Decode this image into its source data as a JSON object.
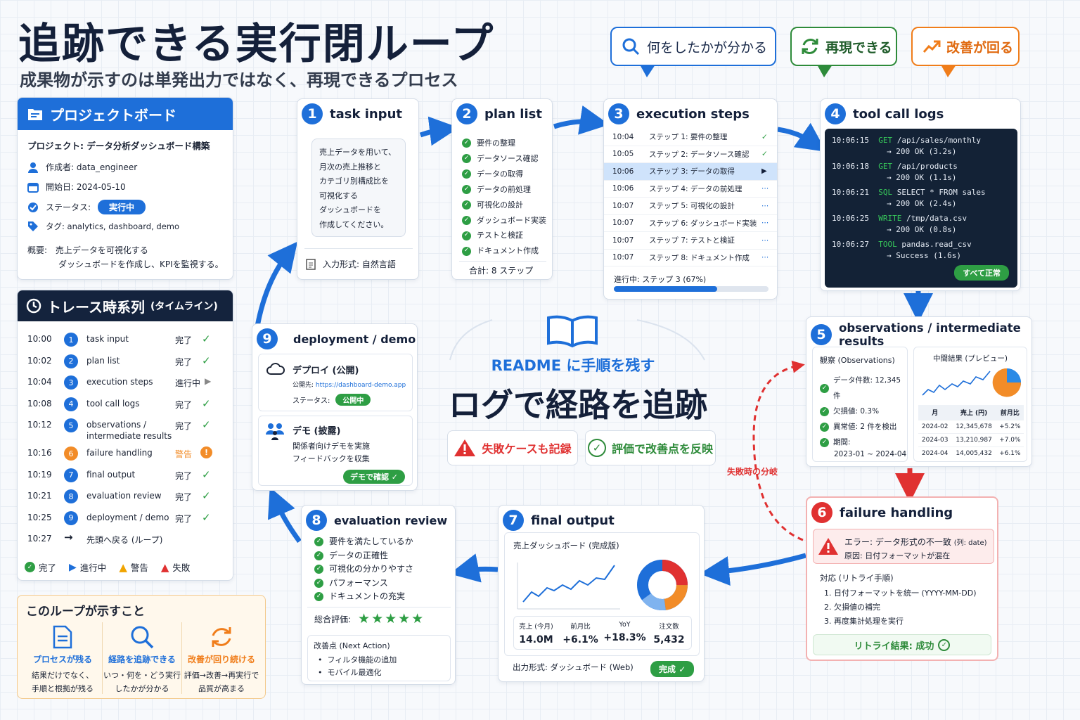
{
  "header": {
    "title": "追跡できる実行閉ループ",
    "subtitle": "成果物が示すのは単発出力ではなく、再現できるプロセス"
  },
  "bubbles": [
    {
      "label": "何をしたかが分かる",
      "icon": "search-icon",
      "color": "#1e6fd9"
    },
    {
      "label": "再現できる",
      "icon": "refresh-icon",
      "color": "#2e8b3a"
    },
    {
      "label": "改善が回る",
      "icon": "trend-up-icon",
      "color": "#f07d1a"
    }
  ],
  "project": {
    "title": "プロジェクトボード",
    "project": "プロジェクト: データ分析ダッシュボード構築",
    "author": "作成者: data_engineer",
    "start": "開始日: 2024-05-10",
    "status_label": "ステータス:",
    "status": "実行中",
    "tags": "タグ: analytics, dashboard, demo",
    "summary_label": "概要:",
    "summary1": "売上データを可視化する",
    "summary2": "ダッシュボードを作成し、KPIを監視する。"
  },
  "timeline": {
    "title": "トレース時系列",
    "title_small": "(タイムライン)",
    "rows": [
      {
        "time": "10:00",
        "n": "1",
        "label": "task input",
        "status": "完了",
        "kind": "done"
      },
      {
        "time": "10:02",
        "n": "2",
        "label": "plan list",
        "status": "完了",
        "kind": "done"
      },
      {
        "time": "10:04",
        "n": "3",
        "label": "execution steps",
        "status": "進行中",
        "kind": "prog"
      },
      {
        "time": "10:08",
        "n": "4",
        "label": "tool call logs",
        "status": "完了",
        "kind": "done"
      },
      {
        "time": "10:12",
        "n": "5",
        "label": "observations /",
        "label2": "intermediate results",
        "status": "完了",
        "kind": "done"
      },
      {
        "time": "10:16",
        "n": "6",
        "label": "failure handling",
        "status": "警告",
        "kind": "warn"
      },
      {
        "time": "10:19",
        "n": "7",
        "label": "final output",
        "status": "完了",
        "kind": "done"
      },
      {
        "time": "10:21",
        "n": "8",
        "label": "evaluation review",
        "status": "完了",
        "kind": "done"
      },
      {
        "time": "10:25",
        "n": "9",
        "label": "deployment / demo",
        "status": "完了",
        "kind": "done"
      },
      {
        "time": "10:27",
        "n": "",
        "label": "先頭へ戻る (ループ)",
        "status": "",
        "kind": "loop"
      }
    ],
    "legend": [
      "完了",
      "進行中",
      "警告",
      "失敗"
    ]
  },
  "lesson": {
    "title": "このループが示すこと",
    "items": [
      {
        "title": "プロセスが残る",
        "l1": "結果だけでなく、",
        "l2": "手順と根拠が残る",
        "color": "#1e6fd9"
      },
      {
        "title": "経路を追跡できる",
        "l1": "いつ・何を・どう実行",
        "l2": "したかが分かる",
        "color": "#1e6fd9"
      },
      {
        "title": "改善が回り続ける",
        "l1": "評価→改善→再実行で",
        "l2": "品質が高まる",
        "color": "#f07d1a"
      }
    ]
  },
  "task": {
    "n": "1",
    "title": "task input",
    "lines": [
      "売上データを用いて、",
      "月次の売上推移と",
      "カテゴリ別構成比を",
      "可視化する",
      "ダッシュボードを",
      "作成してください。"
    ],
    "format": "入力形式: 自然言語"
  },
  "plan": {
    "n": "2",
    "title": "plan list",
    "items": [
      "要件の整理",
      "データソース確認",
      "データの取得",
      "データの前処理",
      "可視化の設計",
      "ダッシュボード実装",
      "テストと検証",
      "ドキュメント作成"
    ],
    "total": "合計: 8 ステップ"
  },
  "exec": {
    "n": "3",
    "title": "execution steps",
    "rows": [
      {
        "t": "10:04",
        "s": "ステップ 1: 要件の整理",
        "st": "done"
      },
      {
        "t": "10:05",
        "s": "ステップ 2: データソース確認",
        "st": "done"
      },
      {
        "t": "10:06",
        "s": "ステップ 3: データの取得",
        "st": "active"
      },
      {
        "t": "10:06",
        "s": "ステップ 4: データの前処理",
        "st": "pend"
      },
      {
        "t": "10:07",
        "s": "ステップ 5: 可視化の設計",
        "st": "pend"
      },
      {
        "t": "10:07",
        "s": "ステップ 6: ダッシュボード実装",
        "st": "pend"
      },
      {
        "t": "10:07",
        "s": "ステップ 7: テストと検証",
        "st": "pend"
      },
      {
        "t": "10:07",
        "s": "ステップ 8: ドキュメント作成",
        "st": "pend"
      }
    ],
    "progress_label": "進行中: ステップ 3 (67%)",
    "progress": 0.67
  },
  "tool": {
    "n": "4",
    "title": "tool call logs",
    "logs": [
      {
        "t": "10:06:15",
        "m": "GET",
        "a": "/api/sales/monthly",
        "r": "→ 200 OK (3.2s)"
      },
      {
        "t": "10:06:18",
        "m": "GET",
        "a": "/api/products",
        "r": "→ 200 OK (1.1s)"
      },
      {
        "t": "10:06:21",
        "m": "SQL",
        "a": "SELECT * FROM sales",
        "r": "→ 200 OK (2.4s)"
      },
      {
        "t": "10:06:25",
        "m": "WRITE",
        "a": "/tmp/data.csv",
        "r": "→ 200 OK (0.8s)"
      },
      {
        "t": "10:06:27",
        "m": "TOOL",
        "a": "pandas.read_csv",
        "r": "→ Success (1.6s)"
      }
    ],
    "badge": "すべて正常"
  },
  "obs": {
    "n": "5",
    "title": "observations / intermediate results",
    "obs_title": "観察 (Observations)",
    "items": [
      "データ件数: 12,345 件",
      "欠損値: 0.3%",
      "異常値: 2 件を検出",
      "期間:"
    ],
    "period": "2023-01 ~ 2024-04",
    "preview_title": "中間結果 (プレビュー)",
    "table": {
      "head": [
        "月",
        "売上 (円)",
        "前月比"
      ],
      "rows": [
        [
          "2024-02",
          "12,345,678",
          "+5.2%"
        ],
        [
          "2024-03",
          "13,210,987",
          "+7.0%"
        ],
        [
          "2024-04",
          "14,005,432",
          "+6.1%"
        ]
      ]
    }
  },
  "failure": {
    "n": "6",
    "title": "failure handling",
    "error": "エラー: データ形式の不一致",
    "error_small": "(列: date)",
    "cause": "原因: 日付フォーマットが混在",
    "retry_title": "対応 (リトライ手順)",
    "steps": [
      "1. 日付フォーマットを統一 (YYYY-MM-DD)",
      "2. 欠損値の補完",
      "3. 再度集計処理を実行"
    ],
    "result": "リトライ結果: 成功",
    "branch": "失敗時の分岐"
  },
  "final": {
    "n": "7",
    "title": "final output",
    "board": "売上ダッシュボード (完成版)",
    "kpis": [
      {
        "l": "売上 (今月)",
        "v": "14.0M"
      },
      {
        "l": "前月比",
        "v": "+6.1%"
      },
      {
        "l": "YoY",
        "v": "+18.3%"
      },
      {
        "l": "注文数",
        "v": "5,432"
      }
    ],
    "format": "出力形式: ダッシュボード (Web)",
    "badge": "完成"
  },
  "eval": {
    "n": "8",
    "title": "evaluation review",
    "items": [
      "要件を満たしているか",
      "データの正確性",
      "可視化の分かりやすさ",
      "パフォーマンス",
      "ドキュメントの充実"
    ],
    "score_label": "総合評価:",
    "stars": 5,
    "next_title": "改善点 (Next Action)",
    "next": [
      "フィルタ機能の追加",
      "モバイル最適化"
    ]
  },
  "deploy": {
    "n": "9",
    "title": "deployment / demo",
    "pub_title": "デプロイ (公開)",
    "pub_url_label": "公開先:",
    "pub_url": "https://dashboard-demo.app",
    "status_label": "ステータス:",
    "status": "公開中",
    "demo_title": "デモ (披露)",
    "demo1": "関係者向けデモを実施",
    "demo2": "フィードバックを収集",
    "demo_badge": "デモで確認"
  },
  "center": {
    "readme": "README に手順を残す",
    "main": "ログで経路を追跡",
    "b1": "失敗ケースも記録",
    "b2": "評価で改善点を反映"
  }
}
